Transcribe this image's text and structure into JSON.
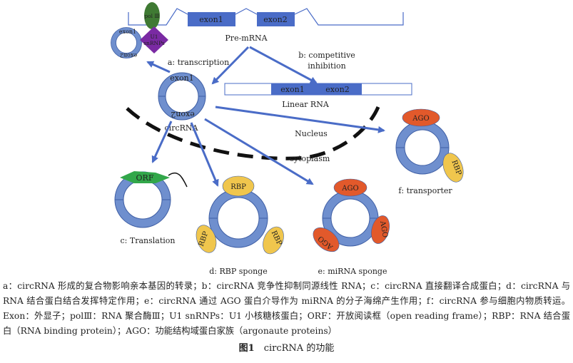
{
  "colors": {
    "ring": "#6f8fce",
    "ring_edge": "#3f5fa5",
    "exon_fill": "#4a6cc7",
    "arrow": "#4a6cc7",
    "ago": "#e2592b",
    "rbp": "#f0c64d",
    "orf": "#32a74a",
    "pol": "#3f7a33",
    "snrnp": "#7a2aa3",
    "membrane": "#111111"
  },
  "diagram": {
    "pre_mrna": {
      "exon1": "exon1",
      "exon2": "exon2",
      "label": "Pre-mRNA"
    },
    "pol": "pol Ⅲ",
    "snrnp_line1": "U1",
    "snrnp_line2": "snRNPs",
    "small_ring": {
      "exon1": "exon1",
      "exon2": "exon2"
    },
    "arrow_a": "a: transcription",
    "arrow_b_line1": "b: competitive",
    "arrow_b_line2": "inhibition",
    "linear": {
      "exon1": "exon1",
      "exon2": "exon2",
      "label": "Linear RNA"
    },
    "circ": {
      "exon1": "exon1",
      "exon2": "exon2",
      "label": "circRNA"
    },
    "nucleus": "Nucleus",
    "cytoplasm": "cytoplasm",
    "translation": {
      "orf": "ORF",
      "label": "c: Translation"
    },
    "rbp_sponge": {
      "top": "RBP",
      "left": "RBP",
      "right": "RBP",
      "label": "d: RBP sponge"
    },
    "mirna_sponge": {
      "top": "AGO",
      "left": "AGO",
      "right": "AGO",
      "label": "e: miRNA sponge"
    },
    "transporter": {
      "ago": "AGO",
      "rbp": "RBP",
      "label": "f: transporter"
    }
  },
  "caption": "a：circRNA 形成的复合物影响亲本基因的转录；b：circRNA 竞争性抑制同源线性 RNA；c：circRNA 直接翻译合成蛋白；d：circRNA 与 RNA 结合蛋白结合发挥特定作用；e：circRNA 通过 AGO 蛋白介导作为 miRNA 的分子海绵产生作用；f：circRNA 参与细胞内物质转运。Exon：外显子；polⅢ：RNA 聚合酶Ⅲ；U1 snRNPs：U1 小核糖核蛋白；ORF：开放阅读框（open reading frame）；RBP：RNA 结合蛋白（RNA binding protein）；AGO：功能结构域蛋白家族（argonaute proteins）",
  "figure_title": {
    "number": "图1",
    "text": "circRNA 的功能"
  }
}
